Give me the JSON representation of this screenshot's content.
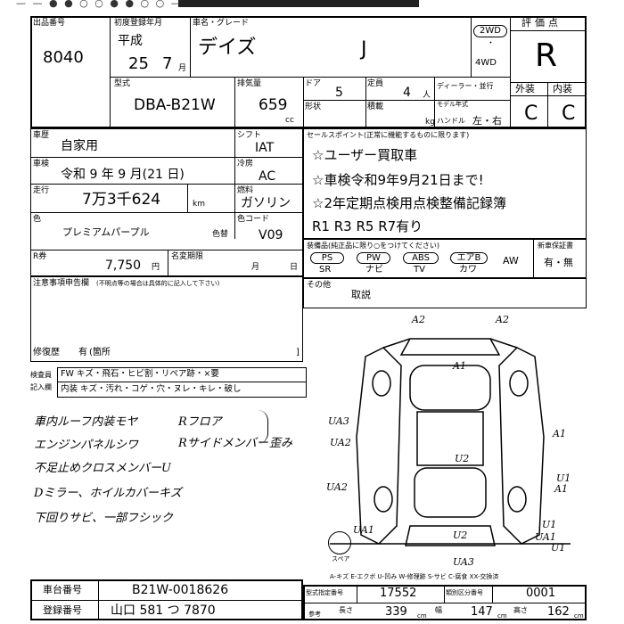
{
  "header_strip": "— — ● ● ○ ○ ● ● ○ ○ —",
  "auction": {
    "lot_label": "出品番号",
    "lot_number": "8040"
  },
  "first_reg": {
    "label": "初度登録年月",
    "era": "平成",
    "year": "25",
    "month": "7",
    "month_unit": "月"
  },
  "car": {
    "name_label": "車名・グレード",
    "name": "デイズ",
    "grade": "J"
  },
  "drive": {
    "two_wd": "2WD",
    "four_wd": "4WD"
  },
  "grade_box": {
    "label": "評価点",
    "value": "R",
    "ext_label": "外装",
    "int_label": "内装",
    "ext_value": "C",
    "int_value": "C"
  },
  "model": {
    "label": "型式",
    "value": "DBA-B21W"
  },
  "displacement": {
    "label": "排気量",
    "value": "659",
    "unit": "cc"
  },
  "doors": {
    "label": "ドア",
    "value": "5"
  },
  "capacity": {
    "label": "定員",
    "value": "4",
    "unit": "人"
  },
  "dealer": {
    "label": "ディーラー・並行"
  },
  "shape": {
    "label": "形状"
  },
  "load": {
    "label": "積載",
    "unit": "kg"
  },
  "model_year": {
    "label": "モデル年式"
  },
  "handle": {
    "label": "ハンドル",
    "value": "左・右"
  },
  "usage": {
    "label": "車歴",
    "value": "自家用"
  },
  "shift": {
    "label": "シフト",
    "value": "IAT"
  },
  "inspection": {
    "label": "車検",
    "value": "令和 9 年 9 月(21 日)"
  },
  "aircon": {
    "label": "冷房",
    "value": "AC"
  },
  "mileage": {
    "label": "走行",
    "value": "7万3千624",
    "unit": "km"
  },
  "fuel": {
    "label": "燃料",
    "value": "ガソリン"
  },
  "color": {
    "label": "色",
    "value": "プレミアムパープル",
    "change_label": "色替",
    "code_label": "色コード",
    "code_value": "V09"
  },
  "recycle": {
    "label": "R券",
    "value": "7,750",
    "unit": "円"
  },
  "tax": {
    "label": "名変期限",
    "month_unit": "月",
    "day_unit": "日"
  },
  "notes": {
    "label": "注意事項申告欄",
    "sub": "(不明点等の場合は具体的に記入して下さい)"
  },
  "repair": {
    "label": "修復歴",
    "value": "有",
    "suffix": "箇所"
  },
  "sales_points": {
    "label": "セールスポイント(正常に機能するものに限ります)",
    "lines": [
      "☆ユーザー買取車",
      "☆車検令和9年9月21日まで!",
      "☆2年定期点検用点検整備記録簿",
      "R1 R3 R5 R7有り"
    ]
  },
  "equipment": {
    "label": "装備品(純正品に限り○をつけてください)",
    "new_label": "新車保証書",
    "items": [
      {
        "top": "PS",
        "bottom": "SR"
      },
      {
        "top": "PW",
        "bottom": "ナビ"
      },
      {
        "top": "ABS",
        "bottom": "TV"
      },
      {
        "top": "エアB",
        "bottom": "カワ"
      }
    ],
    "aw": "AW",
    "warranty": "有・無"
  },
  "other": {
    "label": "その他",
    "value": "取説"
  },
  "inspector_notes": {
    "label_top": "検査員",
    "label_bottom": "記入欄",
    "row1": "FW キズ・飛石・ヒビ割・リペア跡・×要",
    "row2": "内装 キズ・汚れ・コゲ・穴・ヌレ・キレ・破し"
  },
  "handwritten": [
    "車内ルーフ内装モヤ",
    "エンジンパネルシワ",
    "不足止めクロスメンバーU",
    "Dミラー、ホイルカバーキズ",
    "下回りサビ、一部フシック"
  ],
  "handwritten_right": [
    "Rフロア",
    "Rサイドメンバー",
    "歪み"
  ],
  "diagram_marks": [
    "A2",
    "A2",
    "A1",
    "UA3",
    "UA2",
    "UA2",
    "A1",
    "A1",
    "U2",
    "U1",
    "U1",
    "UA1",
    "U2",
    "UA1",
    "U1",
    "UA3"
  ],
  "legend": "A-キズ E-エクボ U-凹み W-修理跡 S-サビ C-腐食 XX-交換済",
  "spare_label": "スペア",
  "chassis": {
    "label": "車台番号",
    "value": "B21W-0018626"
  },
  "registration": {
    "label": "登録番号",
    "value": "山口 581 つ 7870"
  },
  "model_designation": {
    "label": "型式指定番号",
    "value": "17552",
    "class_label": "類別区分番号",
    "class_value": "0001"
  },
  "dims": {
    "length_label": "長さ",
    "length": "339",
    "width_label": "幅",
    "width": "147",
    "height_label": "高さ",
    "height": "162",
    "unit": "cm",
    "ref_label": "参考"
  }
}
